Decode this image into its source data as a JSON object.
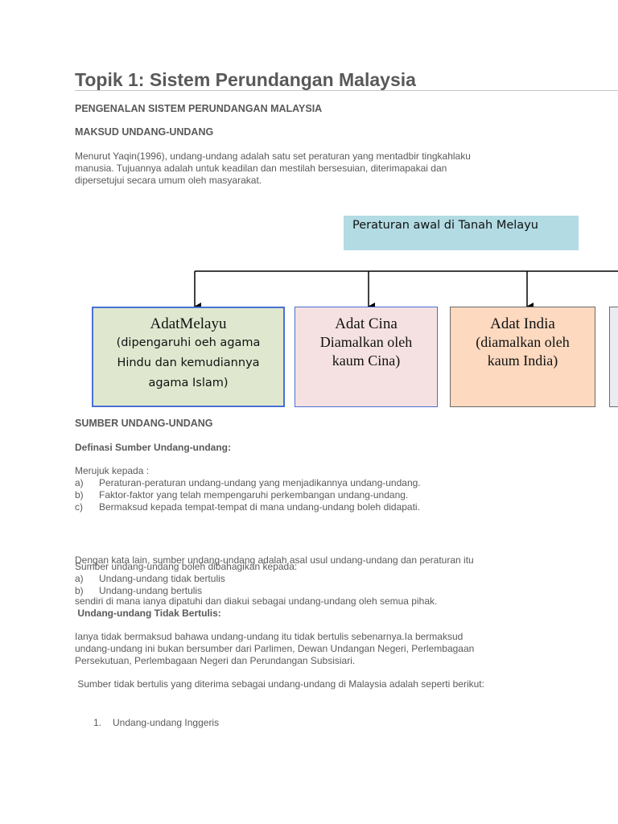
{
  "doc": {
    "title": "Topik 1: Sistem Perundangan Malaysia",
    "heading1": "PENGENALAN SISTEM PERUNDANGAN MALAYSIA",
    "heading2": "MAKSUD UNDANG-UNDANG",
    "intro": [
      "Menurut Yaqin(1996), undang-undang adalah satu set peraturan yang mentadbir tingkahlaku",
      "manusia. Tujuannya adalah untuk keadilan dan mestilah bersesuian, diterimapakai dan",
      "dipersetujui secara umum oleh masyarakat."
    ],
    "diagram": {
      "top": "Peraturan awal di Tanah Melayu",
      "boxes": [
        {
          "line1": "AdatMelayu",
          "rest": [
            "(dipengaruhi oeh agama",
            "Hindu dan kemudiannya",
            "agama Islam)"
          ]
        },
        {
          "line1": "Adat Cina",
          "rest": [
            "Diamalkan oleh",
            "kaum Cina)"
          ]
        },
        {
          "line1": "Adat India",
          "rest": [
            "(diamalkan oleh",
            "kaum India)"
          ]
        }
      ]
    },
    "heading3": "SUMBER UNDANG-UNDANG",
    "subheading1": "Definasi Sumber Undang-undang:",
    "merujuk": "Merujuk kepada :",
    "list1": [
      {
        "marker": "a)",
        "text": "Peraturan-peraturan undang-undang yang menjadikannya undang-undang."
      },
      {
        "marker": "b)",
        "text": "Faktor-faktor yang telah mempengaruhi perkembangan undang-undang."
      },
      {
        "marker": "c)",
        "text": "Bermaksud kepada tempat-tempat di mana undang-undang boleh didapati."
      }
    ],
    "para2": [
      " Dengan kata lain, sumber undang-undang adalah asal usul undang-undang dan peraturan itu",
      "sendiri di mana ianya dipatuhi dan diakui sebagai undang-undang oleh semua pihak."
    ],
    "para3": "Sumber undang-undang boleh dibahagikan kepada:",
    "list2": [
      {
        "marker": "a)",
        "text": "Undang-undang tidak bertulis"
      },
      {
        "marker": "b)",
        "text": "Undang-undang bertulis"
      }
    ],
    "subheading2": " Undang-undang Tidak Bertulis:",
    "para4": [
      "Ianya tidak bermaksud bahawa undang-undang itu tidak bertulis sebenarnya.Ia bermaksud",
      "undang-undang ini bukan bersumber dari Parlimen, Dewan Undangan Negeri, Perlembagaan",
      "Persekutuan, Perlembagaan Negeri dan Perundangan Subsisiari."
    ],
    "para5": " Sumber tidak bertulis yang diterima sebagai undang-undang di Malaysia adalah seperti berikut:",
    "list3": [
      {
        "marker": "1.",
        "text": "Undang-undang Inggeris"
      }
    ]
  }
}
